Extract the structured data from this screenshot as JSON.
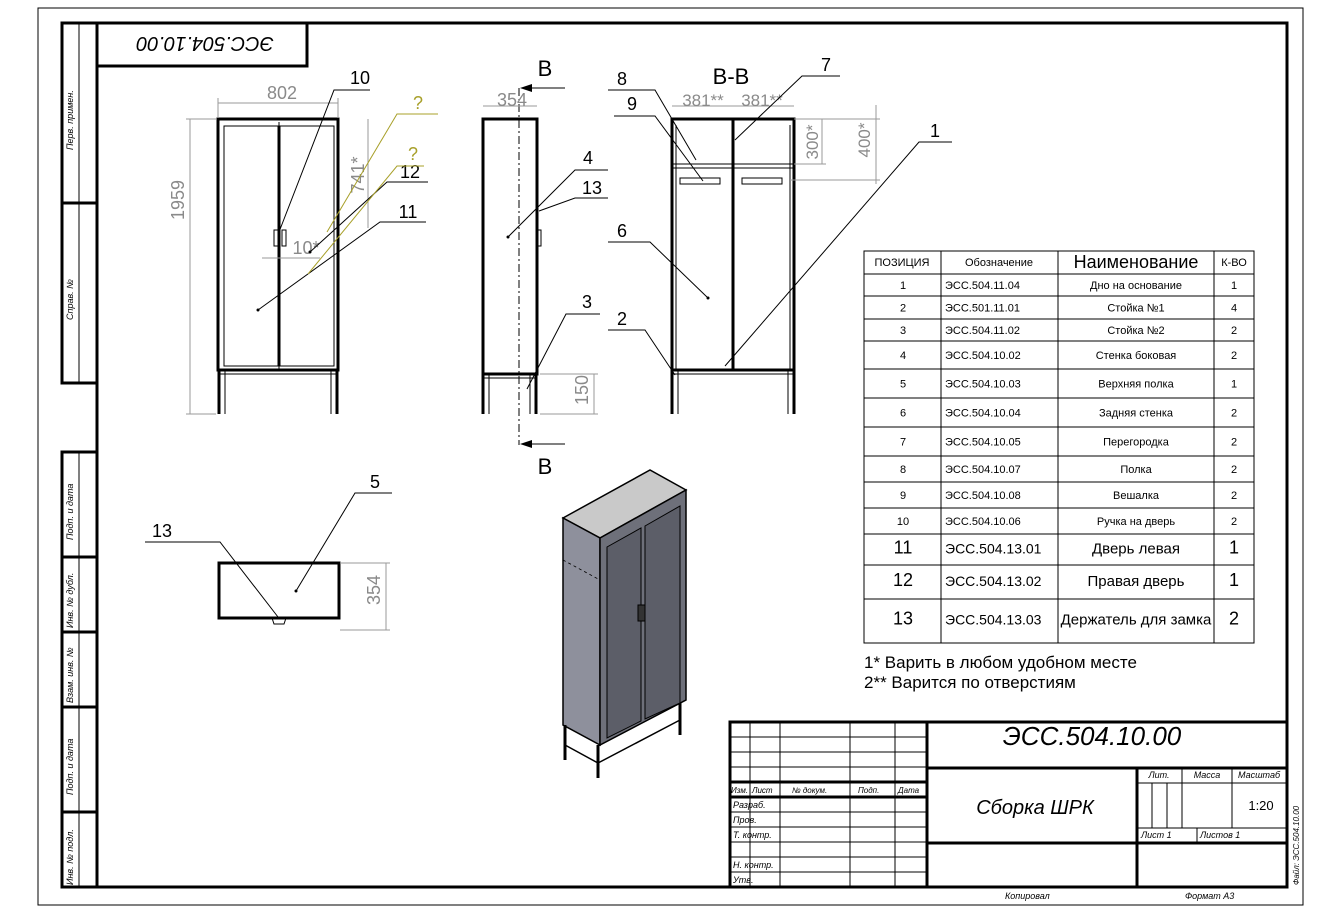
{
  "designation": "ЭСС.504.10.00",
  "designation_mirrored": "ЭСС.504.10.00",
  "part_name": "Сборка ШРК",
  "scale": "1:20",
  "sheet": "Лист 1",
  "sheets": "Листов 1",
  "footer": {
    "copied": "Копировал",
    "format": "Формат А3"
  },
  "file_label": "Файл: ЭСС.504.10.00",
  "side_stamp": [
    "Перв. примен.",
    "Справ. №",
    "Подп. и дата",
    "Инв. № дубл.",
    "Взам. инв. №",
    "Подп. и дата",
    "Инв. № подл."
  ],
  "title_block": {
    "row_labels": [
      "Изм.",
      "Лист",
      "№ докум.",
      "Подп.",
      "Дата"
    ],
    "people": [
      "Разраб.",
      "Пров.",
      "Т. контр.",
      "Н. контр.",
      "Утв."
    ],
    "lit": "Лит.",
    "mass": "Масса",
    "scale_label": "Масштаб"
  },
  "views": {
    "section_mark": "В",
    "section_title": "В-В",
    "front_dims": {
      "width": "802",
      "height": "1959",
      "door_h": "741*",
      "offset": "10*"
    },
    "side_dims": {
      "depth": "354",
      "leg": "150"
    },
    "section_dims": {
      "w1": "381**",
      "w2": "381**",
      "h1": "300*",
      "h2": "400*"
    },
    "top_dims": {
      "depth": "354"
    },
    "callouts": {
      "c1": "1",
      "c2": "2",
      "c3": "3",
      "c4": "4",
      "c5": "5",
      "c6": "6",
      "c7": "7",
      "c8": "8",
      "c9": "9",
      "c10": "10",
      "c11": "11",
      "c12": "12",
      "c13a": "13",
      "c13b": "13",
      "q1": "?",
      "q2": "?"
    }
  },
  "bom": {
    "headers": [
      "ПОЗИЦИЯ",
      "Обозначение",
      "Наименование",
      "К-ВО"
    ],
    "rows": [
      {
        "pos": "1",
        "code": "ЭСС.504.11.04",
        "name": "Дно на основание",
        "qty": "1"
      },
      {
        "pos": "2",
        "code": "ЭСС.501.11.01",
        "name": "Стойка №1",
        "qty": "4"
      },
      {
        "pos": "3",
        "code": "ЭСС.504.11.02",
        "name": "Стойка №2",
        "qty": "2"
      },
      {
        "pos": "4",
        "code": "ЭСС.504.10.02",
        "name": "Стенка боковая",
        "qty": "2"
      },
      {
        "pos": "5",
        "code": "ЭСС.504.10.03",
        "name": "Верхняя полка",
        "qty": "1"
      },
      {
        "pos": "6",
        "code": "ЭСС.504.10.04",
        "name": "Задняя стенка",
        "qty": "2"
      },
      {
        "pos": "7",
        "code": "ЭСС.504.10.05",
        "name": "Перегородка",
        "qty": "2"
      },
      {
        "pos": "8",
        "code": "ЭСС.504.10.07",
        "name": "Полка",
        "qty": "2"
      },
      {
        "pos": "9",
        "code": "ЭСС.504.10.08",
        "name": "Вешалка",
        "qty": "2"
      },
      {
        "pos": "10",
        "code": "ЭСС.504.10.06",
        "name": "Ручка на дверь",
        "qty": "2"
      },
      {
        "pos": "11",
        "code": "ЭСС.504.13.01",
        "name": "Дверь левая",
        "qty": "1"
      },
      {
        "pos": "12",
        "code": "ЭСС.504.13.02",
        "name": "Правая дверь",
        "qty": "1"
      },
      {
        "pos": "13",
        "code": "ЭСС.504.13.03",
        "name": "Держатель для замка",
        "qty": "2"
      }
    ]
  },
  "notes": [
    "1* Варить в любом удобном месте",
    "2** Варится по отверстиям"
  ]
}
